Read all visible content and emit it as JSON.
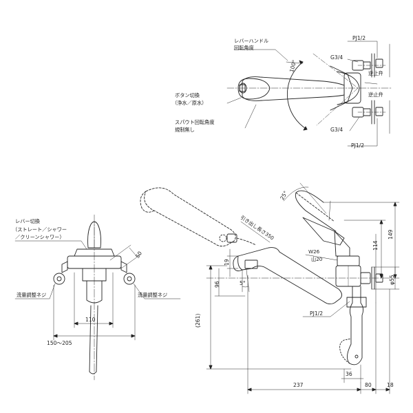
{
  "top_view": {
    "lever_angle_label_1": "レバーハンドル",
    "lever_angle_label_2": "回転角度",
    "angle_100": "100°",
    "button_label_1": "ボタン切換",
    "button_label_2": "（浄水／原水）",
    "spout_label_1": "スパウト回転角度",
    "spout_label_2": "規制無し",
    "pj_top": "PJ1/2",
    "g34_top": "G3/4",
    "check_valve_1": "逆止弁",
    "check_valve_2": "逆止弁",
    "g34_bottom": "G3/4",
    "pj_bottom": "PJ1/2"
  },
  "front_view": {
    "lever_label_1": "レバー切換",
    "lever_label_2": "（ストレート／シャワー",
    "lever_label_3": "／クリーンシャワー）",
    "flow_screw_left": "流量調整ネジ",
    "flow_screw_right": "流量調整ネジ",
    "dim_50": "50",
    "dim_110": "110",
    "dim_150_205": "150～205"
  },
  "side_view": {
    "pullout_label": "引き出し長さ350",
    "angle_25": "25°",
    "angle_5": "5°",
    "w26": "W26",
    "yama20": "山20",
    "pj12": "PJ1/2",
    "dim_19": "19",
    "dim_96": "96",
    "dim_261": "(261)",
    "dim_114": "114",
    "dim_149": "149",
    "dim_phi55": "φ55",
    "dim_36": "36",
    "dim_237": "237",
    "dim_80": "80",
    "dim_18": "18"
  }
}
